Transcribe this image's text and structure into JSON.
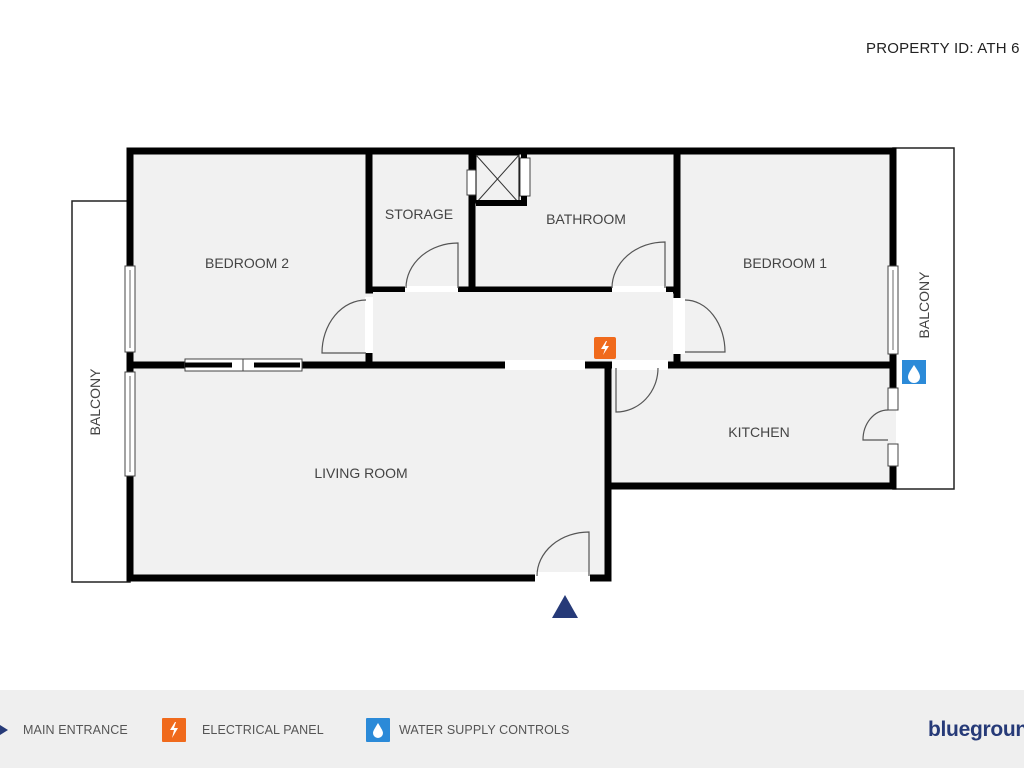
{
  "header": {
    "property_id": "PROPERTY ID: ATH 6"
  },
  "rooms": {
    "bedroom2": "BEDROOM 2",
    "storage": "STORAGE",
    "bathroom": "BATHROOM",
    "bedroom1": "BEDROOM 1",
    "living_room": "LIVING ROOM",
    "kitchen": "KITCHEN",
    "balcony_left": "BALCONY",
    "balcony_right": "BALCONY"
  },
  "legend": {
    "items": [
      {
        "label": "MAIN ENTRANCE",
        "icon": "triangle-entrance-icon",
        "color": "#263a78"
      },
      {
        "label": "ELECTRICAL PANEL",
        "icon": "lightning-bolt-icon",
        "color": "#f06a1c"
      },
      {
        "label": "WATER SUPPLY CONTROLS",
        "icon": "water-drop-icon",
        "color": "#2b8ad8"
      }
    ],
    "brand": "bluegroun"
  },
  "colors": {
    "wall": "#000000",
    "floor": "#f1f1f1",
    "entrance": "#263a78",
    "electrical": "#f06a1c",
    "water": "#2b8ad8",
    "legend_bg": "#efefef"
  }
}
